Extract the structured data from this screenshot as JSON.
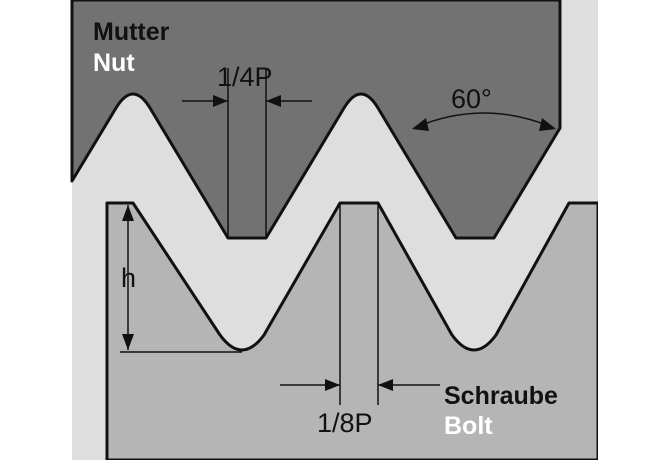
{
  "labels": {
    "nut_german": "Mutter",
    "nut_english": "Nut",
    "bolt_german": "Schraube",
    "bolt_english": "Bolt",
    "quarter_pitch": "1/4P",
    "eighth_pitch": "1/8P",
    "angle": "60°",
    "height": "h"
  },
  "colors": {
    "nut": "#727272",
    "bolt": "#b5b5b6",
    "gap": "#dededf",
    "outline": "#111111",
    "label_dark": "#111111",
    "label_light": "#ffffff"
  }
}
